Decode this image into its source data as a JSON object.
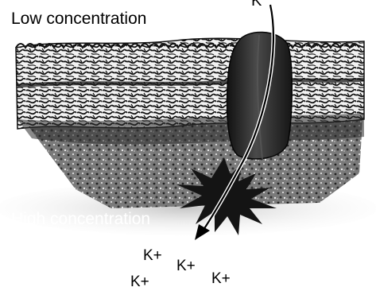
{
  "labels": {
    "top": "Low concentration",
    "bottom": "High concentration",
    "ion_crossing": "K",
    "ions": [
      "K+",
      "K+",
      "K+",
      "K+"
    ]
  },
  "colors": {
    "membrane_dark": "#1e1e1e",
    "membrane_light": "#f4f4f4",
    "channel_protein": "#262626",
    "burst": "#141414",
    "arrow": "#000000"
  },
  "icons": {
    "channel": "ion-channel-protein",
    "burst": "ion-exit-burst",
    "arrow": "downward-arrow"
  }
}
